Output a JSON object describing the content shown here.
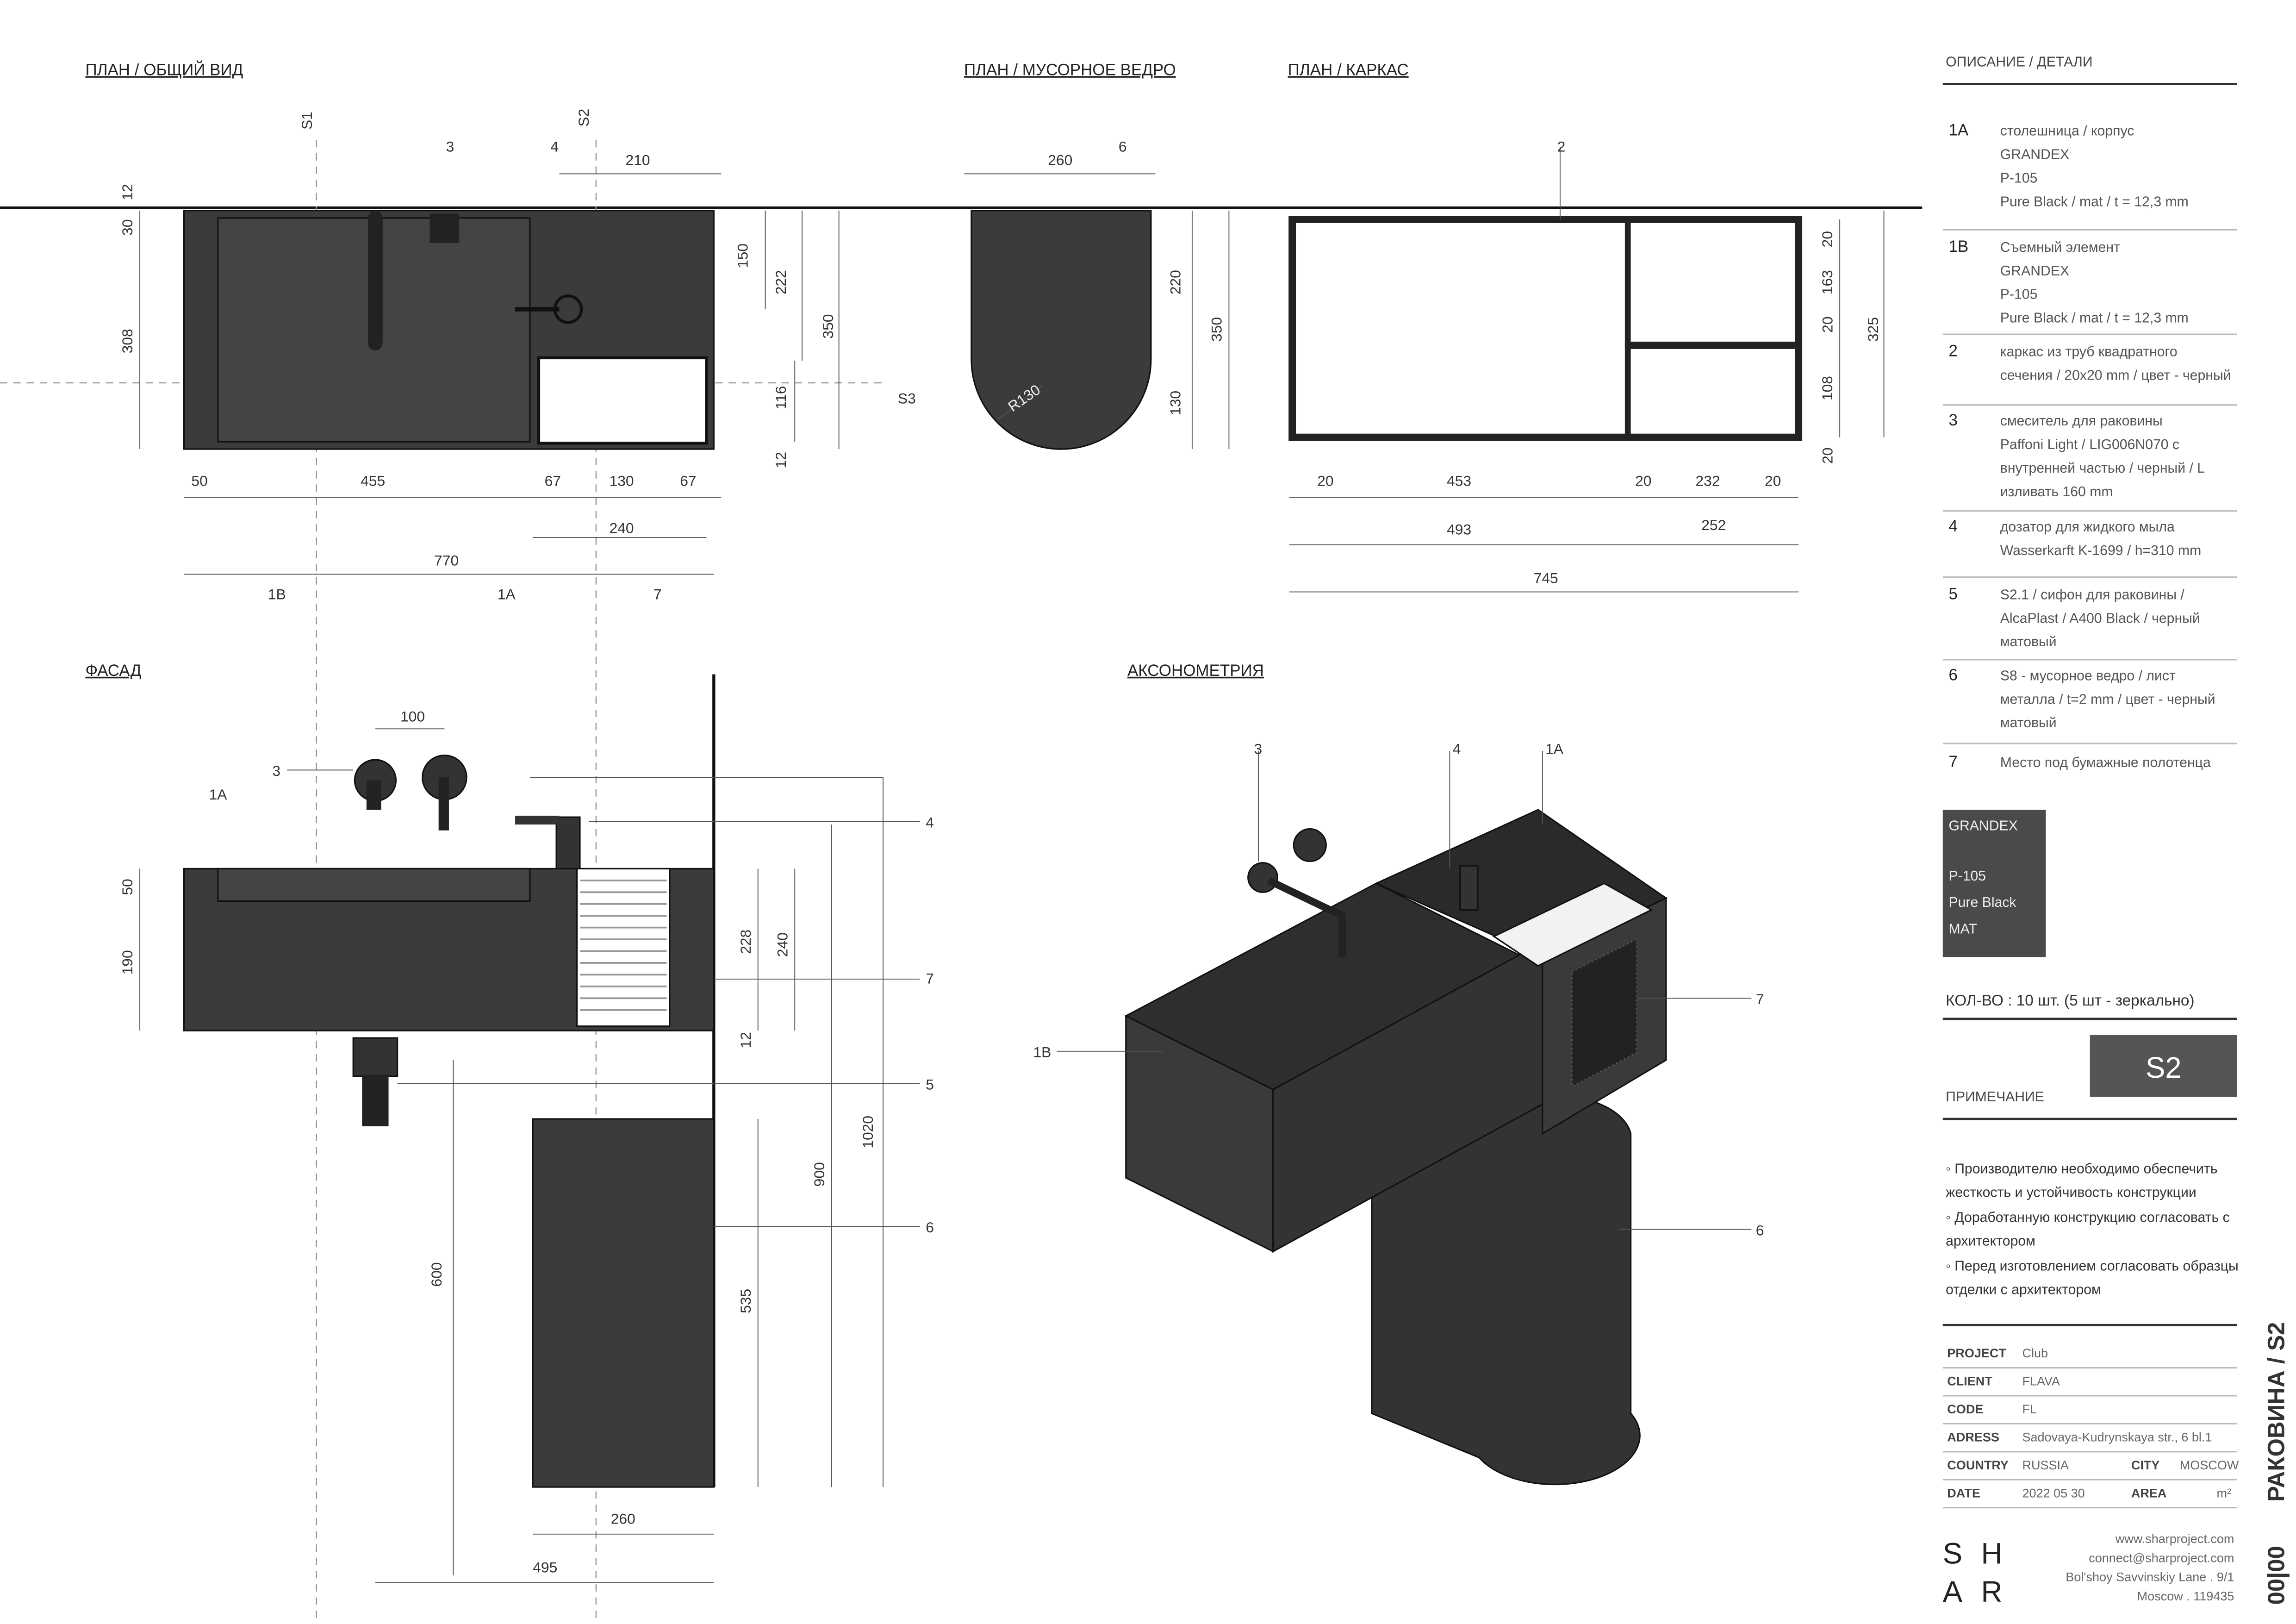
{
  "views": {
    "plan": "ПЛАН / ОБЩИЙ ВИД",
    "bin": "ПЛАН / МУСОРНОЕ ВЕДРО",
    "frame": "ПЛАН / КАРКАС",
    "facade": "ФАСАД",
    "axo": "АКСОНОМЕТРИЯ"
  },
  "plan_dims": [
    "210",
    "150",
    "222",
    "350",
    "308",
    "30",
    "12",
    "116",
    "12",
    "50",
    "455",
    "67",
    "130",
    "67",
    "240",
    "770",
    "1B",
    "1A",
    "7",
    "3",
    "4",
    "S1",
    "S2",
    "S3"
  ],
  "bin_dims": [
    "260",
    "6",
    "220",
    "350",
    "130",
    "R130"
  ],
  "frame_dims": [
    "2",
    "20",
    "163",
    "20",
    "108",
    "20",
    "325",
    "20",
    "453",
    "20",
    "232",
    "20",
    "493",
    "252",
    "745"
  ],
  "facade_dims": [
    "100",
    "3",
    "1A",
    "50",
    "190",
    "4",
    "228",
    "240",
    "7",
    "12",
    "5",
    "900",
    "1020",
    "600",
    "535",
    "6",
    "260",
    "495"
  ],
  "axo_labels": [
    "3",
    "4",
    "1A",
    "7",
    "1B",
    "6"
  ],
  "details": {
    "title": "ОПИСАНИЕ / ДЕТАЛИ",
    "items": [
      {
        "id": "1A",
        "lines": [
          "столешница / корпус",
          "GRANDEX",
          "P-105",
          "Pure Black / mat / t = 12,3 mm"
        ]
      },
      {
        "id": "1B",
        "lines": [
          "Съемный элемент",
          "GRANDEX",
          "P-105",
          "Pure Black / mat / t = 12,3 mm"
        ]
      },
      {
        "id": "2",
        "lines": [
          "каркас из труб квадратного",
          "сечения / 20x20 mm / цвет - черный"
        ]
      },
      {
        "id": "3",
        "lines": [
          "смеситель для раковины",
          "Paffoni Light / LIG006N070 с",
          "внутренней частью / черный / L",
          "изливать 160 mm"
        ]
      },
      {
        "id": "4",
        "lines": [
          "дозатор для жидкого мыла",
          "Wasserkarft K-1699 / h=310 mm"
        ]
      },
      {
        "id": "5",
        "lines": [
          "S2.1 / сифон для раковины /",
          "AlcaPlast / A400 Black / черный",
          "матовый"
        ]
      },
      {
        "id": "6",
        "lines": [
          "S8 - мусорное ведро / лист",
          "металла / t=2 mm / цвет - черный",
          "матовый"
        ]
      },
      {
        "id": "7",
        "lines": [
          "Место под бумажные полотенца"
        ]
      }
    ]
  },
  "swatch": {
    "lines": [
      "GRANDEX",
      "",
      "P-105",
      "Pure Black",
      "MAT"
    ],
    "color": "#4a4a4a"
  },
  "quantity": "КОЛ-ВО : 10 шт. (5 шт - зеркально)",
  "tag": "S2",
  "notes": {
    "title": "ПРИМЕЧАНИЕ",
    "lines": [
      "◦ Производителю необходимо обеспечить",
      "жесткость и устойчивость конструкции",
      "◦ Доработанную конструкцию согласовать с",
      "архитектором",
      "◦ Перед изготовлением согласовать образцы",
      "отделки с архитектором"
    ]
  },
  "titleblock": {
    "project_l": "PROJECT",
    "project": "Club",
    "client_l": "CLIENT",
    "client": "FLAVA",
    "code_l": "CODE",
    "code": "FL",
    "adress_l": "ADRESS",
    "adress": "Sadovaya-Kudrynskaya str., 6 bl.1",
    "country_l": "COUNTRY",
    "country": "RUSSIA",
    "city_l": "CITY",
    "city": "MOSCOW",
    "date_l": "DATE",
    "date": "2022 05 30",
    "area_l": "AREA",
    "area": "m²"
  },
  "logo": [
    "S",
    "H",
    "A",
    "R"
  ],
  "contact": [
    "www.sharproject.com",
    "connect@sharproject.com",
    "Bol'shoy Savvinskiy Lane . 9/1",
    "Moscow . 119435"
  ],
  "sheet_title": "РАКОВИНА / S2",
  "sheet_number": "00|00"
}
